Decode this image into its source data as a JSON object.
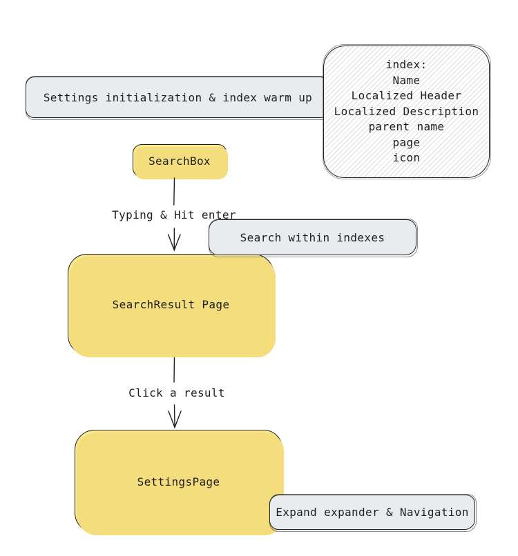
{
  "title": "Settings search flow diagram",
  "colors": {
    "node_yellow": "#FAE78E",
    "node_grey": "#E9ECEF",
    "stroke": "#1E1E1E",
    "hatch_line": "#DCDCDC",
    "canvas_background": "#FFFFFF"
  },
  "nodes": {
    "settings_init": {
      "label": "Settings initialization & index warm up"
    },
    "index_note": {
      "lines": [
        "index:",
        "Name",
        "Localized Header",
        "Localized Description",
        "parent name",
        "page",
        "icon"
      ]
    },
    "searchbox": {
      "label": "SearchBox"
    },
    "search_within": {
      "label": "Search within indexes"
    },
    "search_result": {
      "label": "SearchResult Page"
    },
    "settings_page": {
      "label": "SettingsPage"
    },
    "expand_nav": {
      "label": "Expand expander & Navigation"
    }
  },
  "edges": {
    "typing": {
      "label": "Typing & Hit enter"
    },
    "click": {
      "label": "Click a result"
    }
  }
}
